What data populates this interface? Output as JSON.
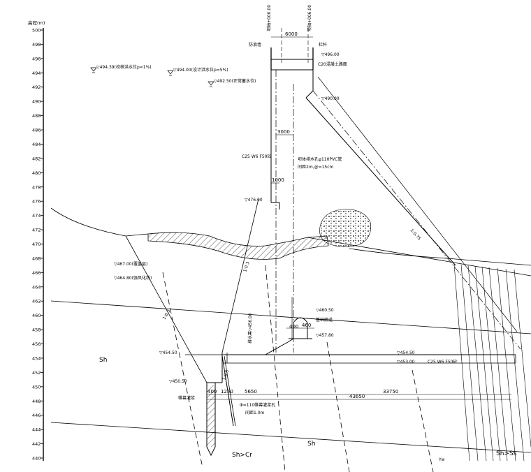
{
  "axis": {
    "title": "高程(m)",
    "ticks": [
      "500",
      "498",
      "496",
      "494",
      "492",
      "490",
      "488",
      "486",
      "484",
      "482",
      "480",
      "478",
      "476",
      "474",
      "472",
      "470",
      "468",
      "466",
      "464",
      "462",
      "460",
      "458",
      "456",
      "454",
      "452",
      "450",
      "448",
      "446",
      "444",
      "442",
      "440"
    ]
  },
  "top_labels": {
    "left_station": "坝轴+000.00",
    "right_station": "坝轴+006.00",
    "crest_width": "6000",
    "parapet": "防浪墙",
    "railing": "栏杆",
    "crest_elev": "▽496.00",
    "crest_conc": "C20混凝土路面",
    "berm_elev": "▽490.00"
  },
  "water_levels": [
    {
      "text": "▽494.39(校核洪水位p=1%)"
    },
    {
      "text": "▽494.00(设计洪水位p=5%)"
    },
    {
      "text": "▽492.50(正常蓄水位)"
    }
  ],
  "body_labels": {
    "core_width": "3000",
    "concrete": "C25 W6 F50砼",
    "drain_note_1": "坝体排水孔φ110PVC管",
    "drain_note_2": "间距2m,@=15cm",
    "step_1000": "1000",
    "elev_476": "▽476.00",
    "slope_left_mid": "1:0.3",
    "slope_left_outer": "1:0.5",
    "slope_right": "1:0.75",
    "slope_toe": "1:0.5",
    "elev_467": "▽467.00(覆盖层)",
    "elev_464": "▽464.80(强风化线)",
    "gallery_elev": "▽460.50",
    "gallery_name": "基础廊道",
    "gallery_floor": "▽457.80",
    "gallery_w": "400",
    "gallery_h": "460",
    "drain_curtain": "排水幕▽456.00",
    "elev_454_left": "▽454.50",
    "elev_454_right": "▽454.50",
    "elev_453": "▽453.00",
    "foundation_conc": "C25 W6 F50砼",
    "elev_450": "▽450.50",
    "grout_curtain": "帷幕灌浆",
    "dim_400": "400",
    "dim_1250": "1250",
    "dim_5650": "5650",
    "dim_43650": "43650",
    "dim_33750": "33750",
    "anchor_1": "Φ=110帷幕灌浆孔",
    "anchor_2": "间距1.0m"
  },
  "rock_labels": {
    "sh_left": "Sh",
    "sh_bottom": "Sh",
    "sh_cr": "Sh>Cr",
    "sh_ss": "Sh>Ss",
    "small": "Yw"
  }
}
